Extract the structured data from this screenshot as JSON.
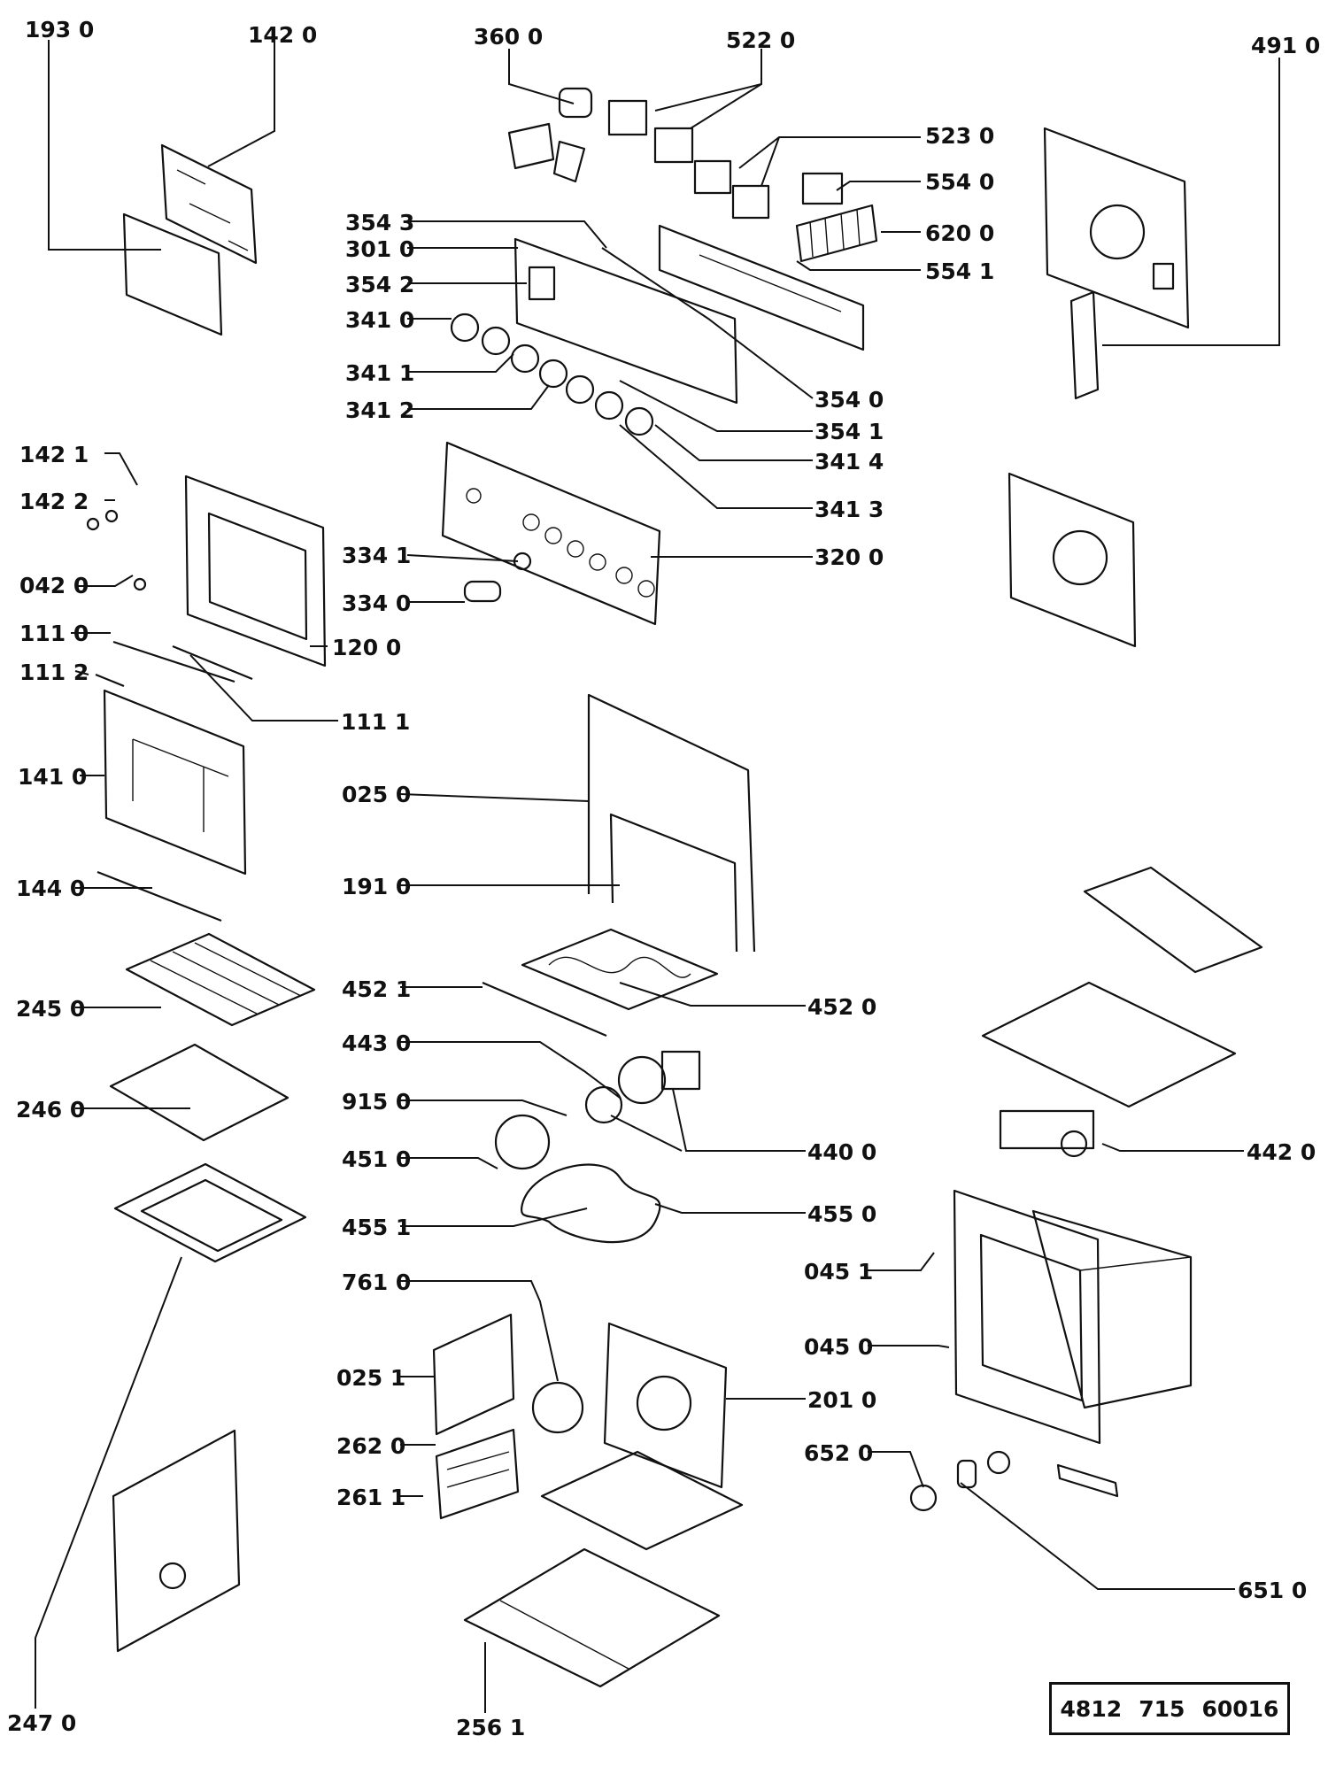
{
  "labels": {
    "l1930": "193 0",
    "l1420": "142 0",
    "l3600": "360 0",
    "l5220": "522 0",
    "l4910": "491 0",
    "l5230": "523 0",
    "l5540": "554 0",
    "l3543": "354 3",
    "l6200": "620 0",
    "l3010": "301 0",
    "l5541": "554 1",
    "l3542": "354 2",
    "l3410": "341 0",
    "l3411": "341 1",
    "l3540": "354 0",
    "l3412": "341 2",
    "l3541": "354 1",
    "l3414": "341 4",
    "l1421": "142 1",
    "l1422": "142 2",
    "l3413": "341 3",
    "l3341": "334 1",
    "l3200": "320 0",
    "l0420": "042 0",
    "l3340": "334 0",
    "l1110": "111 0",
    "l1200": "120 0",
    "l1112": "111 2",
    "l1111": "111 1",
    "l1410": "141 0",
    "l0250": "025 0",
    "l1440": "144 0",
    "l1910": "191 0",
    "l2450": "245 0",
    "l4521": "452 1",
    "l4520": "452 0",
    "l4430": "443 0",
    "l2460": "246 0",
    "l9150": "915 0",
    "l4400": "440 0",
    "l4510": "451 0",
    "l4420": "442 0",
    "l4551": "455 1",
    "l4550": "455 0",
    "l0451": "045 1",
    "l7610": "761 0",
    "l0450": "045 0",
    "l0251": "025 1",
    "l2010": "201 0",
    "l2620": "262 0",
    "l6520": "652 0",
    "l2611": "261 1",
    "l6510": "651 0",
    "l2470": "247 0",
    "l2561": "256 1"
  },
  "reference": {
    "part1": "4812",
    "part2": "715",
    "part3": "60016"
  }
}
